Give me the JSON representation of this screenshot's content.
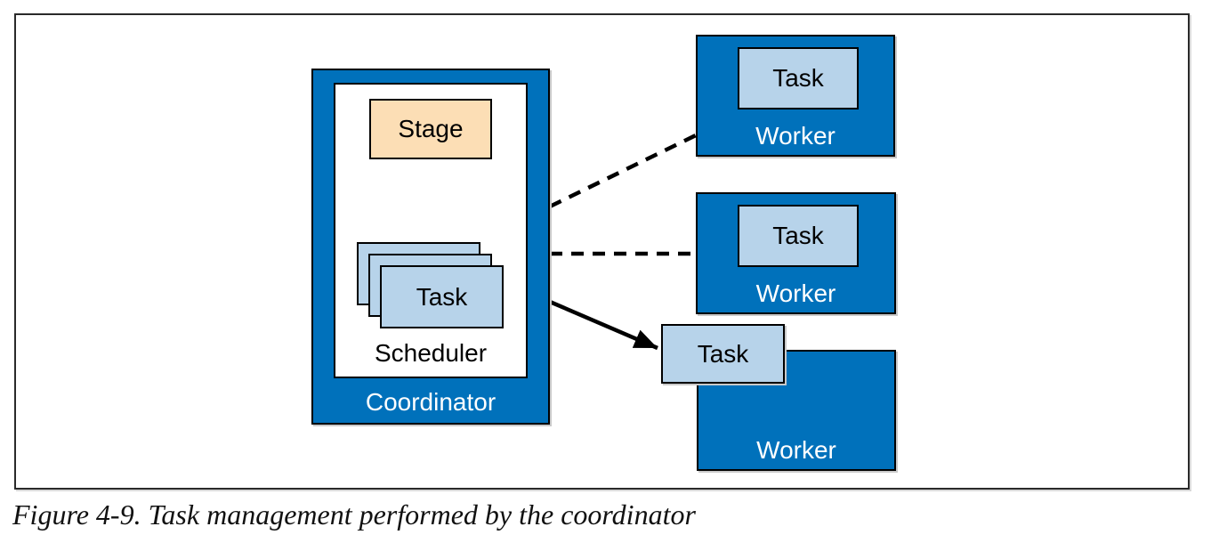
{
  "figure": {
    "caption": "Figure 4-9. Task management performed by the coordinator"
  },
  "colors": {
    "worker_blue": "#0071bb",
    "task_light_blue": "#b7d3ea",
    "stage_peach": "#fcdeb5",
    "box_border": "#000000",
    "frame_border": "#2a2a2a",
    "label_on_blue": "#ffffff",
    "label_on_light": "#000000",
    "connector": "#000000"
  },
  "diagram": {
    "coordinator": {
      "label": "Coordinator",
      "scheduler": {
        "label": "Scheduler",
        "stage_label": "Stage",
        "task_stack_label": "Task",
        "task_stack_count": 3
      }
    },
    "workers": [
      {
        "label": "Worker",
        "task_label": "Task"
      },
      {
        "label": "Worker",
        "task_label": "Task"
      },
      {
        "label": "Worker",
        "task_label": "Task"
      }
    ],
    "connections": [
      {
        "from": "stage",
        "to": "task-stack",
        "style": "solid",
        "arrowhead": true
      },
      {
        "from": "coordinator",
        "to": "worker-1",
        "style": "dashed",
        "arrowhead": false
      },
      {
        "from": "coordinator",
        "to": "worker-2",
        "style": "dashed",
        "arrowhead": false
      },
      {
        "from": "coordinator",
        "to": "worker-3-task",
        "style": "solid",
        "arrowhead": true
      }
    ]
  }
}
